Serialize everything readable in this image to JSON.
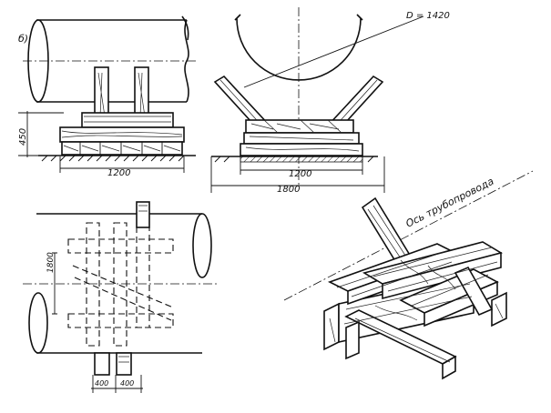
{
  "view_marker": "б)",
  "diameter_label": "D = 1420",
  "side_view": {
    "width_label": "1200",
    "height_label": "450"
  },
  "end_view": {
    "inner_width_label": "1200",
    "outer_width_label": "1800"
  },
  "plan_view": {
    "length_label": "1800",
    "spacing_left_label": "400",
    "spacing_right_label": "400"
  },
  "iso_view": {
    "axis_label": "Ось трубопровода"
  }
}
